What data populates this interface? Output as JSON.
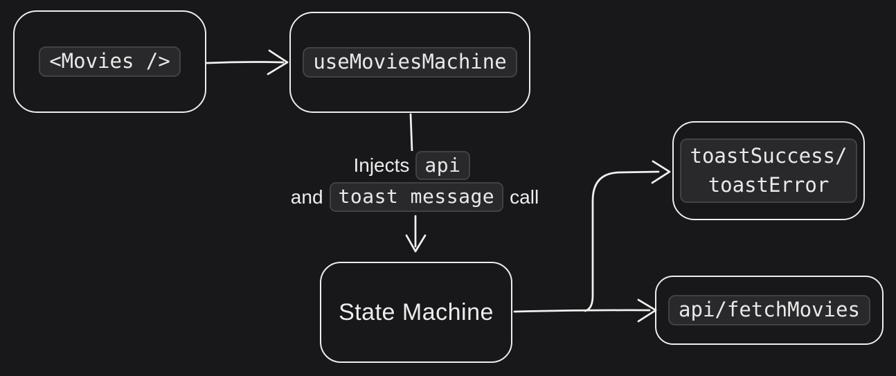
{
  "theme": {
    "bg": "#18181a",
    "stroke": "#ededed",
    "arrow": "#f0f0f0",
    "pill_bg": "#29292c",
    "pill_border": "#424246",
    "code_text": "#e9e9e9",
    "label_text": "#ededed"
  },
  "nodes": {
    "movies": {
      "code": "<Movies />"
    },
    "use_movies_machine": {
      "code": "useMoviesMachine"
    },
    "state_machine": {
      "label": "State Machine"
    },
    "toast": {
      "line1": "toastSuccess/",
      "line2": "toastError"
    },
    "api_fetch": {
      "code": "api/fetchMovies"
    }
  },
  "edge_label": {
    "line1_text": "Injects",
    "line1_code": "api",
    "line2_text_before": "and",
    "line2_code": "toast message",
    "line2_text_after": "call"
  }
}
